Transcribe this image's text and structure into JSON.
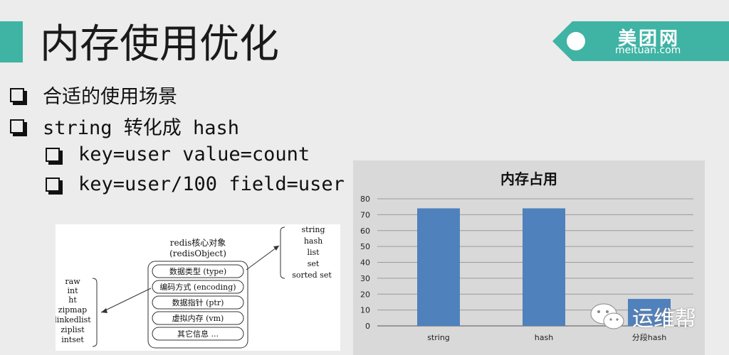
{
  "slide": {
    "title": "内存使用优化",
    "accent_color": "#3fb3a4"
  },
  "logo": {
    "name": "美团网",
    "domain": "meituan.com"
  },
  "bullets": [
    "合适的使用场景",
    "string 转化成 hash",
    "key=user value=count",
    "key=user/100 field=user"
  ],
  "diagram": {
    "center_title": "redis核心对象",
    "center_subtitle": "(redisObject)",
    "fields": [
      "数据类型 (type)",
      "编码方式 (encoding)",
      "数据指针 (ptr)",
      "虚拟内存 (vm)",
      "其它信息 ..."
    ],
    "types": [
      "string",
      "hash",
      "list",
      "set",
      "sorted set"
    ],
    "encodings": [
      "raw",
      "int",
      "ht",
      "zipmap",
      "linkedlist",
      "ziplist",
      "intset"
    ]
  },
  "chart_data": {
    "type": "bar",
    "title": "内存占用",
    "categories": [
      "string",
      "hash",
      "分段hash"
    ],
    "values": [
      74,
      74,
      17
    ],
    "ylim": [
      0,
      80
    ],
    "yticks": [
      0,
      10,
      20,
      30,
      40,
      50,
      60,
      70,
      80
    ],
    "grid": true,
    "bar_color": "#4f81bd"
  },
  "watermark": {
    "text": "运维帮",
    "icon": "wechat-icon"
  }
}
